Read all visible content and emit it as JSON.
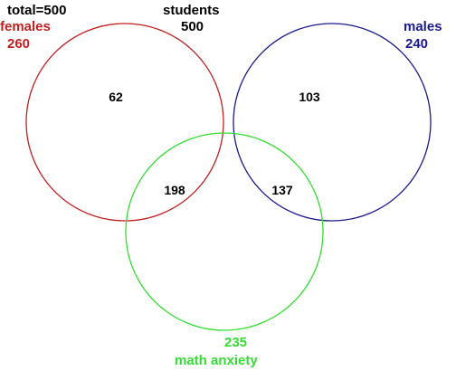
{
  "diagram": {
    "total_label": "total=500",
    "universe": {
      "name": "students",
      "count": "500",
      "color": "#000000"
    },
    "sets": [
      {
        "id": "females",
        "name": "females",
        "count": "260",
        "color": "#c02020"
      },
      {
        "id": "males",
        "name": "males",
        "count": "240",
        "color": "#1a1a8c"
      },
      {
        "id": "math_anxiety",
        "name": "math anxiety",
        "count": "235",
        "color": "#33dd33"
      }
    ],
    "regions": {
      "females_only": "62",
      "males_only": "103",
      "females_and_math": "198",
      "males_and_math": "137"
    }
  }
}
